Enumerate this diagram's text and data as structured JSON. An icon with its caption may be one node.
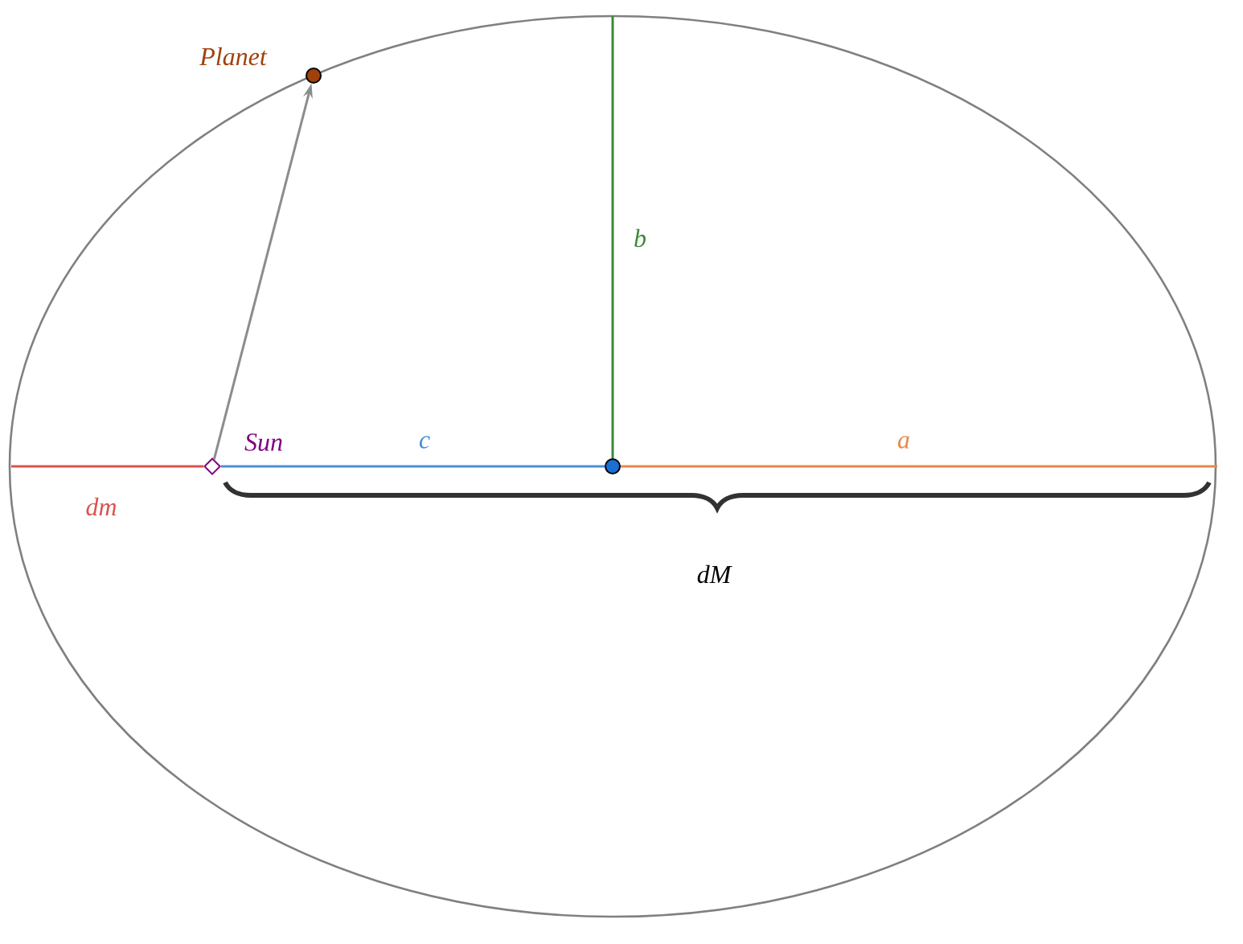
{
  "diagram": {
    "nodes": [
      {
        "text": [
          "Planet"
        ]
      },
      {
        "text": [
          "Sun"
        ]
      },
      {
        "text": [],
        "shape": "circle"
      }
    ],
    "edges": [
      {
        "from": 1,
        "to": 0,
        "arrow": "to",
        "color": "#8c8c8c"
      },
      {
        "from": 1,
        "to": 2,
        "arrow": "none",
        "label": "c",
        "color": "#4a8fd8"
      },
      {
        "from": 2,
        "to": null,
        "arrow": "none",
        "label": "a",
        "color": "#e8884a"
      },
      {
        "from": 2,
        "to": null,
        "arrow": "none",
        "label": "b",
        "color": "#3a8a3a"
      },
      {
        "from": null,
        "to": 1,
        "arrow": "none",
        "label": "dm",
        "color": "#d9534f"
      }
    ],
    "labels": [
      "dM"
    ]
  }
}
